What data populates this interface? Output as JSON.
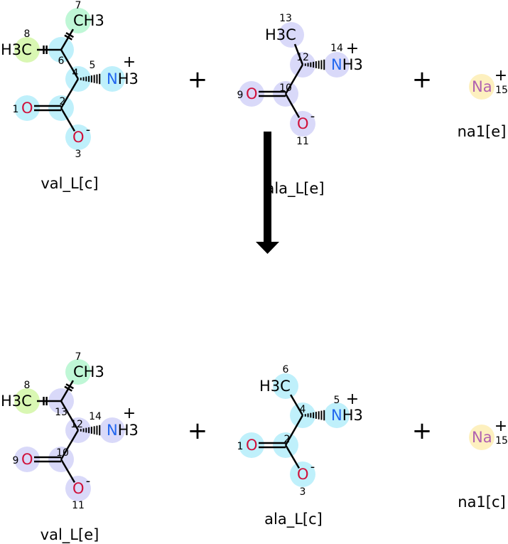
{
  "colors": {
    "cyan": "#bff0fb",
    "lavender": "#d9d9f9",
    "mint": "#bff7d6",
    "lime": "#d9f7b3",
    "yellow": "#fdf0bf",
    "oxygen": "#d0103a",
    "nitrogen": "#2266ee",
    "sodium": "#b060b0",
    "carbon": "#000000"
  },
  "plus_sign": "+",
  "reactants": [
    {
      "name": "val_L[c]",
      "atoms": [
        {
          "num": "7",
          "label": "CH3",
          "hl": "mint"
        },
        {
          "num": "8",
          "label": "H3C",
          "hl": "lime"
        },
        {
          "num": "6",
          "label": "",
          "hl": "cyan"
        },
        {
          "num": "4",
          "label": "",
          "hl": "cyan"
        },
        {
          "num": "5",
          "label": "NH3",
          "charge": "+",
          "hl": "cyan"
        },
        {
          "num": "2",
          "label": "",
          "hl": "cyan"
        },
        {
          "num": "1",
          "label": "O",
          "hl": "cyan"
        },
        {
          "num": "3",
          "label": "O",
          "charge": "-",
          "hl": "cyan"
        }
      ]
    },
    {
      "name": "ala_L[e]",
      "atoms": [
        {
          "num": "13",
          "label": "H3C",
          "hl": "lavender"
        },
        {
          "num": "12",
          "label": "",
          "hl": "lavender"
        },
        {
          "num": "14",
          "label": "NH3",
          "charge": "+",
          "hl": "lavender"
        },
        {
          "num": "10",
          "label": "",
          "hl": "lavender"
        },
        {
          "num": "9",
          "label": "O",
          "hl": "lavender"
        },
        {
          "num": "11",
          "label": "O",
          "charge": "-",
          "hl": "lavender"
        }
      ]
    },
    {
      "name": "na1[e]",
      "atoms": [
        {
          "num": "15",
          "label": "Na",
          "charge": "+",
          "hl": "yellow"
        }
      ]
    }
  ],
  "products": [
    {
      "name": "val_L[e]",
      "atoms": [
        {
          "num": "7",
          "label": "CH3",
          "hl": "mint"
        },
        {
          "num": "8",
          "label": "H3C",
          "hl": "lime"
        },
        {
          "num": "13",
          "label": "",
          "hl": "lavender"
        },
        {
          "num": "12",
          "label": "",
          "hl": "lavender"
        },
        {
          "num": "14",
          "label": "NH3",
          "charge": "+",
          "hl": "lavender"
        },
        {
          "num": "10",
          "label": "",
          "hl": "lavender"
        },
        {
          "num": "9",
          "label": "O",
          "hl": "lavender"
        },
        {
          "num": "11",
          "label": "O",
          "charge": "-",
          "hl": "lavender"
        }
      ]
    },
    {
      "name": "ala_L[c]",
      "atoms": [
        {
          "num": "6",
          "label": "H3C",
          "hl": "cyan"
        },
        {
          "num": "4",
          "label": "",
          "hl": "cyan"
        },
        {
          "num": "5",
          "label": "NH3",
          "charge": "+",
          "hl": "cyan"
        },
        {
          "num": "2",
          "label": "",
          "hl": "cyan"
        },
        {
          "num": "1",
          "label": "O",
          "hl": "cyan"
        },
        {
          "num": "3",
          "label": "O",
          "charge": "-",
          "hl": "cyan"
        }
      ]
    },
    {
      "name": "na1[c]",
      "atoms": [
        {
          "num": "15",
          "label": "Na",
          "charge": "+",
          "hl": "yellow"
        }
      ]
    }
  ]
}
